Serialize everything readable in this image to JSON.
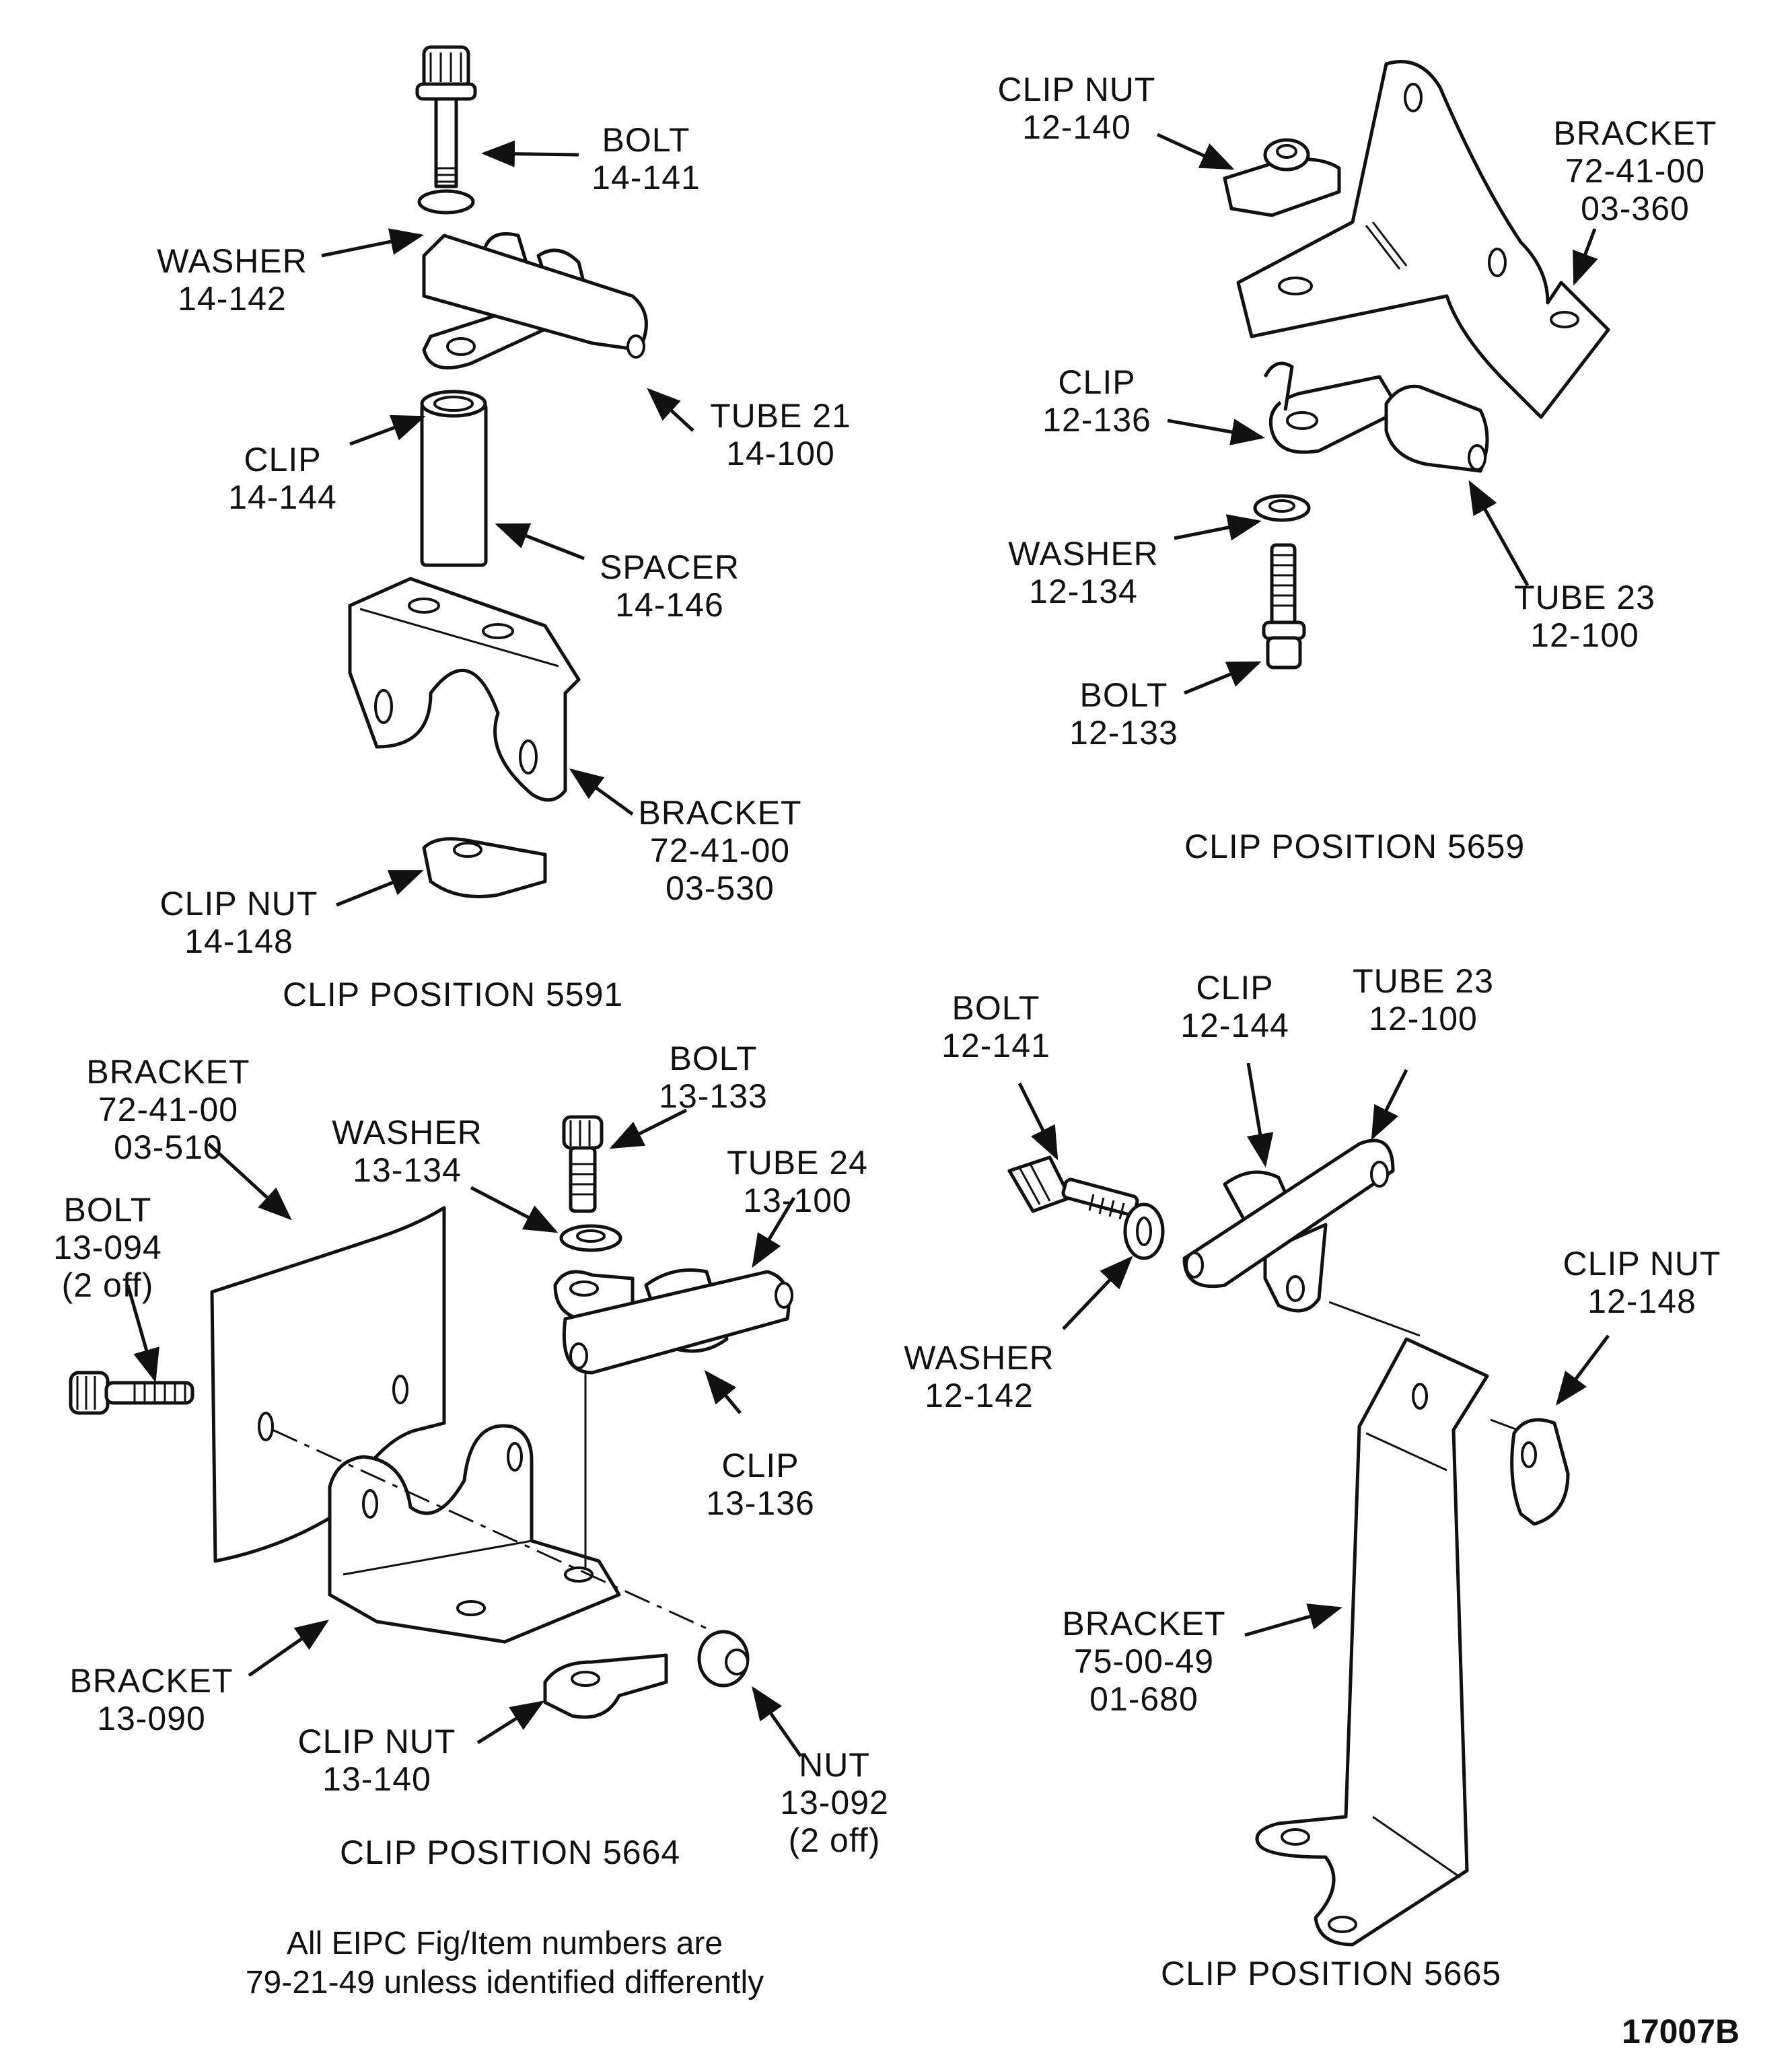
{
  "figure_id": "17007B",
  "footnote": {
    "line1": "All EIPC Fig/Item numbers are",
    "line2": "79-21-49 unless identified differently"
  },
  "views": [
    {
      "caption": "CLIP POSITION 5591",
      "parts": [
        {
          "name": "BOLT",
          "number": "14-141"
        },
        {
          "name": "WASHER",
          "number": "14-142"
        },
        {
          "name": "TUBE 21",
          "number": "14-100"
        },
        {
          "name": "CLIP",
          "number": "14-144"
        },
        {
          "name": "SPACER",
          "number": "14-146"
        },
        {
          "name": "BRACKET",
          "number": "72-41-00",
          "sub": "03-530"
        },
        {
          "name": "CLIP NUT",
          "number": "14-148"
        }
      ]
    },
    {
      "caption": "CLIP POSITION 5659",
      "parts": [
        {
          "name": "CLIP NUT",
          "number": "12-140"
        },
        {
          "name": "BRACKET",
          "number": "72-41-00",
          "sub": "03-360"
        },
        {
          "name": "CLIP",
          "number": "12-136"
        },
        {
          "name": "WASHER",
          "number": "12-134"
        },
        {
          "name": "TUBE 23",
          "number": "12-100"
        },
        {
          "name": "BOLT",
          "number": "12-133"
        }
      ]
    },
    {
      "caption": "CLIP POSITION 5664",
      "parts": [
        {
          "name": "BRACKET",
          "number": "72-41-00",
          "sub": "03-510"
        },
        {
          "name": "BOLT",
          "number": "13-133"
        },
        {
          "name": "WASHER",
          "number": "13-134"
        },
        {
          "name": "TUBE 24",
          "number": "13-100"
        },
        {
          "name": "BOLT",
          "number": "13-094",
          "sub": "(2 off)"
        },
        {
          "name": "CLIP",
          "number": "13-136"
        },
        {
          "name": "BRACKET",
          "number": "13-090"
        },
        {
          "name": "CLIP NUT",
          "number": "13-140"
        },
        {
          "name": "NUT",
          "number": "13-092",
          "sub": "(2 off)"
        }
      ]
    },
    {
      "caption": "CLIP POSITION 5665",
      "parts": [
        {
          "name": "BOLT",
          "number": "12-141"
        },
        {
          "name": "CLIP",
          "number": "12-144"
        },
        {
          "name": "TUBE 23",
          "number": "12-100"
        },
        {
          "name": "CLIP NUT",
          "number": "12-148"
        },
        {
          "name": "WASHER",
          "number": "12-142"
        },
        {
          "name": "BRACKET",
          "number": "75-00-49",
          "sub": "01-680"
        }
      ]
    }
  ]
}
